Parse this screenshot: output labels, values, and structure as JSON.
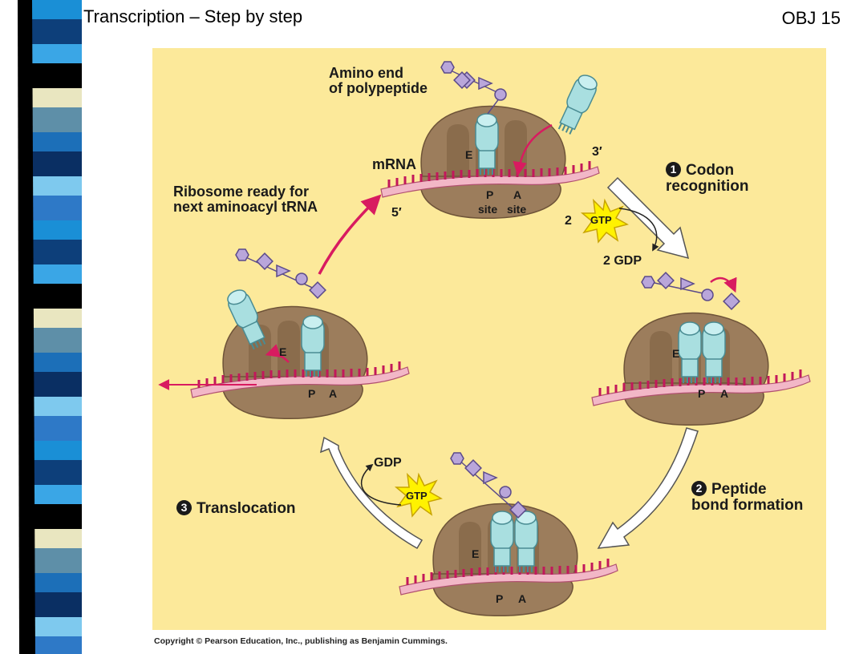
{
  "slide": {
    "title": "Transcription – Step by step",
    "objective": "OBJ 15"
  },
  "figure": {
    "labels": {
      "amino_end_line1": "Amino end",
      "amino_end_line2": "of polypeptide",
      "mrna": "mRNA",
      "three_prime": "3′",
      "five_prime": "5′",
      "ribosome_ready_line1": "Ribosome ready for",
      "ribosome_ready_line2": "next aminoacyl tRNA",
      "site_e": "E",
      "site_p": "P",
      "site_a": "A",
      "site_word_p": "site",
      "site_word_a": "site",
      "gtp": "GTP",
      "gdp": "GDP",
      "two": "2",
      "two_gdp": "2 GDP"
    },
    "steps": [
      {
        "number": "1",
        "line1": "Codon",
        "line2": "recognition"
      },
      {
        "number": "2",
        "line1": "Peptide",
        "line2": "bond formation"
      },
      {
        "number": "3",
        "line1": "Translocation",
        "line2": ""
      }
    ],
    "copyright": "Copyright © Pearson Education, Inc., publishing as Benjamin Cummings."
  },
  "colors": {
    "background": "#fce99a",
    "ribosome": "#9c7d5c",
    "trna": "#a9dfe0",
    "amino_acid": "#b9a6da",
    "mrna": "#f2b7c7",
    "arrow": "#d81b60",
    "gtp_burst": "#fff200"
  }
}
